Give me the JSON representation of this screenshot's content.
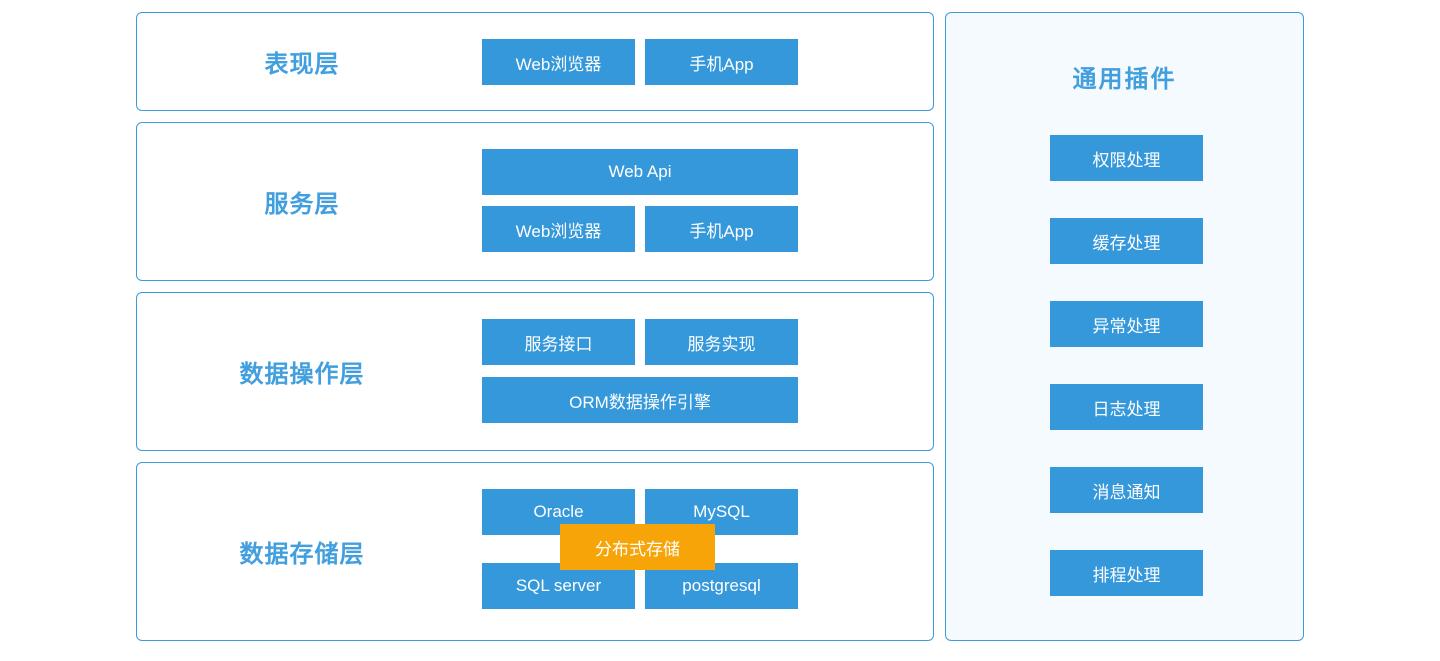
{
  "colors": {
    "block_blue": "#3498db",
    "border_blue": "#3e9bdb",
    "title_blue": "#429fdf",
    "overlay_orange": "#f7a408",
    "panel_bg": "#f4fafd",
    "block_text": "#ffffff"
  },
  "layers": [
    {
      "title": "表现层",
      "buttons": [
        {
          "label": "Web浏览器"
        },
        {
          "label": "手机App"
        }
      ]
    },
    {
      "title": "服务层",
      "buttons": [
        {
          "label": "Web Api"
        },
        {
          "label": "Web浏览器"
        },
        {
          "label": "手机App"
        }
      ]
    },
    {
      "title": "数据操作层",
      "buttons": [
        {
          "label": "服务接口"
        },
        {
          "label": "服务实现"
        },
        {
          "label": "ORM数据操作引擎"
        }
      ]
    },
    {
      "title": "数据存储层",
      "buttons": [
        {
          "label": "Oracle"
        },
        {
          "label": "MySQL"
        },
        {
          "label": "SQL server"
        },
        {
          "label": "postgresql"
        }
      ],
      "overlay": {
        "label": "分布式存储"
      }
    }
  ],
  "plugins_panel": {
    "title": "通用插件",
    "items": [
      {
        "label": "权限处理"
      },
      {
        "label": "缓存处理"
      },
      {
        "label": "异常处理"
      },
      {
        "label": "日志处理"
      },
      {
        "label": "消息通知"
      },
      {
        "label": "排程处理"
      }
    ]
  }
}
